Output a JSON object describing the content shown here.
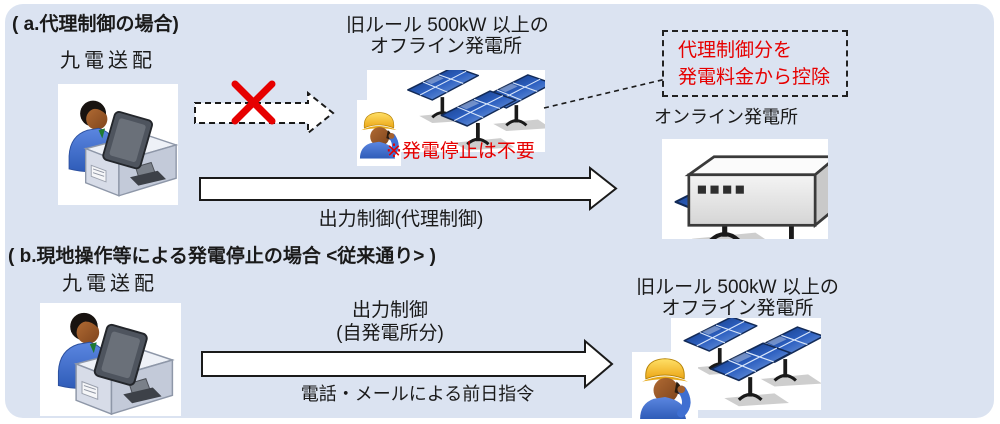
{
  "colors": {
    "panel_background": "#dbe3f1",
    "accent_red": "#e60000",
    "text": "#1a1a1a",
    "arrow_fill": "#ffffff",
    "arrow_outline": "#1a1a1a"
  },
  "icons": {
    "operator": "person-at-computer-illustration",
    "offline_plant": "solar-panels-illustration",
    "worker": "worker-with-helmet-illustration",
    "online_plant": "solar-panels-with-control-device-illustration",
    "blocked": "red-x-icon",
    "dashed_arrow": "dashed-outline-arrow-icon",
    "solid_arrow": "outline-arrow-icon",
    "connector": "dashed-connector-line"
  },
  "section_a": {
    "title": "( a.代理制御の場合)",
    "operator_label": "九電送配",
    "offline_plant_label_line1": "旧ルール 500kW 以上の",
    "offline_plant_label_line2": "オフライン発電所",
    "no_stop_note": "※発電停止は不要",
    "callout_line1": "代理制御分を",
    "callout_line2": "発電料金から控除",
    "online_plant_label": "オンライン発電所",
    "main_arrow_label": "出力制御(代理制御)"
  },
  "section_b": {
    "title": "( b.現地操作等による発電停止の場合 <従来通り> )",
    "operator_label": "九電送配",
    "arrow_label_line1": "出力制御",
    "arrow_label_line2": "(自発電所分)",
    "arrow_sublabel": "電話・メールによる前日指令",
    "offline_plant_label_line1": "旧ルール 500kW 以上の",
    "offline_plant_label_line2": "オフライン発電所"
  }
}
